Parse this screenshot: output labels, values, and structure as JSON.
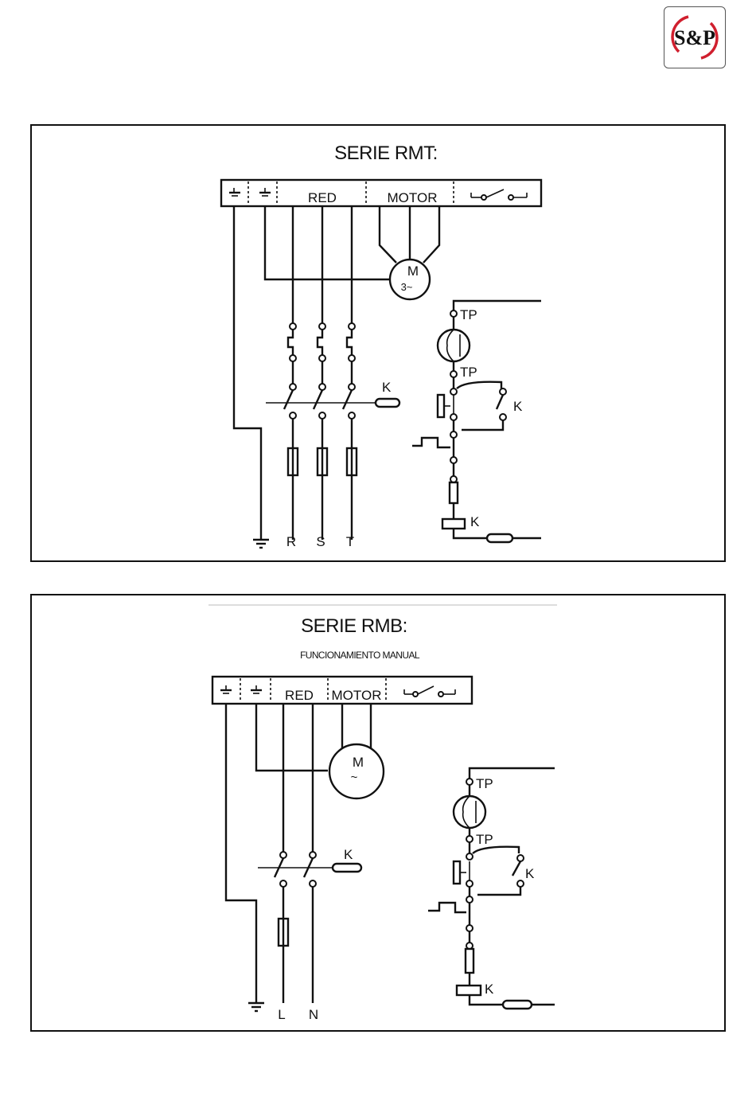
{
  "logo": {
    "text": "S&P",
    "accent_color": "#d01f2e"
  },
  "diagrams": [
    {
      "title": "SERIE RMT:",
      "strip": {
        "red": "RED",
        "motor": "MOTOR"
      },
      "motor": {
        "label": "M",
        "sub": "3~"
      },
      "labels": {
        "tp_top": "TP",
        "tp_bottom": "TP",
        "k_contactor": "K",
        "k_switch": "K",
        "k_coil": "K"
      },
      "terminals": [
        "R",
        "S",
        "T"
      ]
    },
    {
      "title": "SERIE RMB:",
      "subtitle": "FUNCIONAMIENTO MANUAL",
      "strip": {
        "red": "RED",
        "motor": "MOTOR"
      },
      "motor": {
        "label": "M",
        "sub": "~"
      },
      "labels": {
        "tp_top": "TP",
        "tp_bottom": "TP",
        "k_contactor": "K",
        "k_switch": "K",
        "k_coil": "K"
      },
      "terminals": [
        "L",
        "N"
      ]
    }
  ]
}
